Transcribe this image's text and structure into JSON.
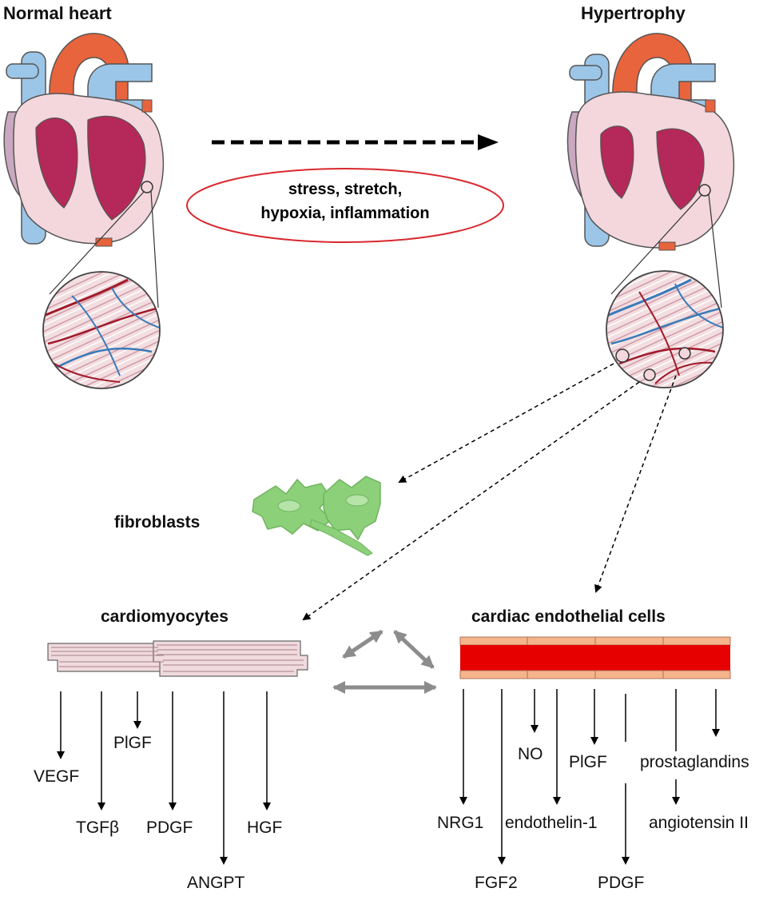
{
  "titles": {
    "normal": "Normal heart",
    "hypertrophy": "Hypertrophy"
  },
  "stimuli": {
    "line1": "stress, stretch,",
    "line2": "hypoxia, inflammation"
  },
  "cells": {
    "fibroblasts": "fibroblasts",
    "cardiomyocytes": "cardiomyocytes",
    "endothelial": "cardiac endothelial cells"
  },
  "cardiomyocyte_factors": {
    "vegf": "VEGF",
    "plgf": "PlGF",
    "tgfb": "TGFβ",
    "pdgf": "PDGF",
    "hgf": "HGF",
    "angpt": "ANGPT"
  },
  "endothelial_factors": {
    "nrg1": "NRG1",
    "fgf2": "FGF2",
    "no": "NO",
    "endothelin": "endothelin-1",
    "plgf": "PlGF",
    "pdgf": "PDGF",
    "prostaglandins": "prostaglandins",
    "angiotensin": "angiotensin II"
  },
  "colors": {
    "aorta": "#e8643c",
    "vein": "#9cc6e8",
    "myocardium": "#b5285a",
    "heart_wall": "#f3d7dc",
    "atrium": "#c9a8c0",
    "fibroblast": "#8cd17a",
    "vessel_lumen": "#e60000",
    "endothelium": "#f5b48c",
    "oval_stroke": "#d9282e",
    "arrow_gray": "#8c8c8c"
  }
}
